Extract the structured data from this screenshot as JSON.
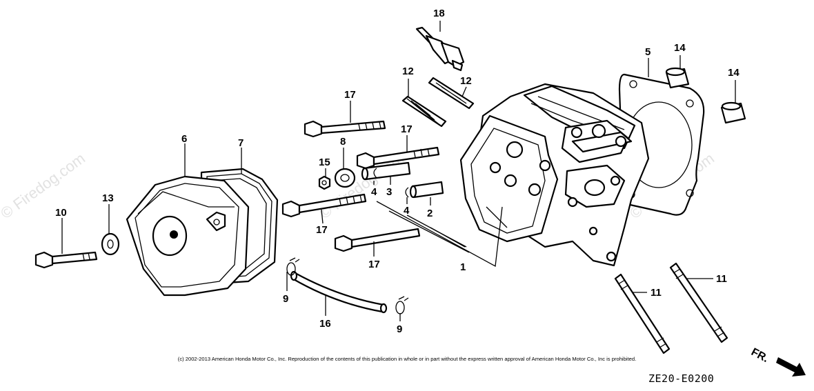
{
  "diagram": {
    "callouts": {
      "c1": "1",
      "c2": "2",
      "c3": "3",
      "c4a": "4",
      "c4b": "4",
      "c5": "5",
      "c6": "6",
      "c7": "7",
      "c8": "8",
      "c9a": "9",
      "c9b": "9",
      "c10": "10",
      "c11a": "11",
      "c11b": "11",
      "c12a": "12",
      "c12b": "12",
      "c13": "13",
      "c14a": "14",
      "c14b": "14",
      "c15": "15",
      "c16": "16",
      "c17a": "17",
      "c17b": "17",
      "c17c": "17",
      "c17d": "17",
      "c18": "18"
    },
    "watermark": "© Firedog.com",
    "copyright": "(c) 2002-2013 American Honda Motor Co., Inc. Reproduction of the contents of this publication in whole or in part without the express written approval of American Honda Motor Co., Inc is prohibited.",
    "drawing_code": "ZE20-E0200",
    "direction_label": "FR."
  }
}
